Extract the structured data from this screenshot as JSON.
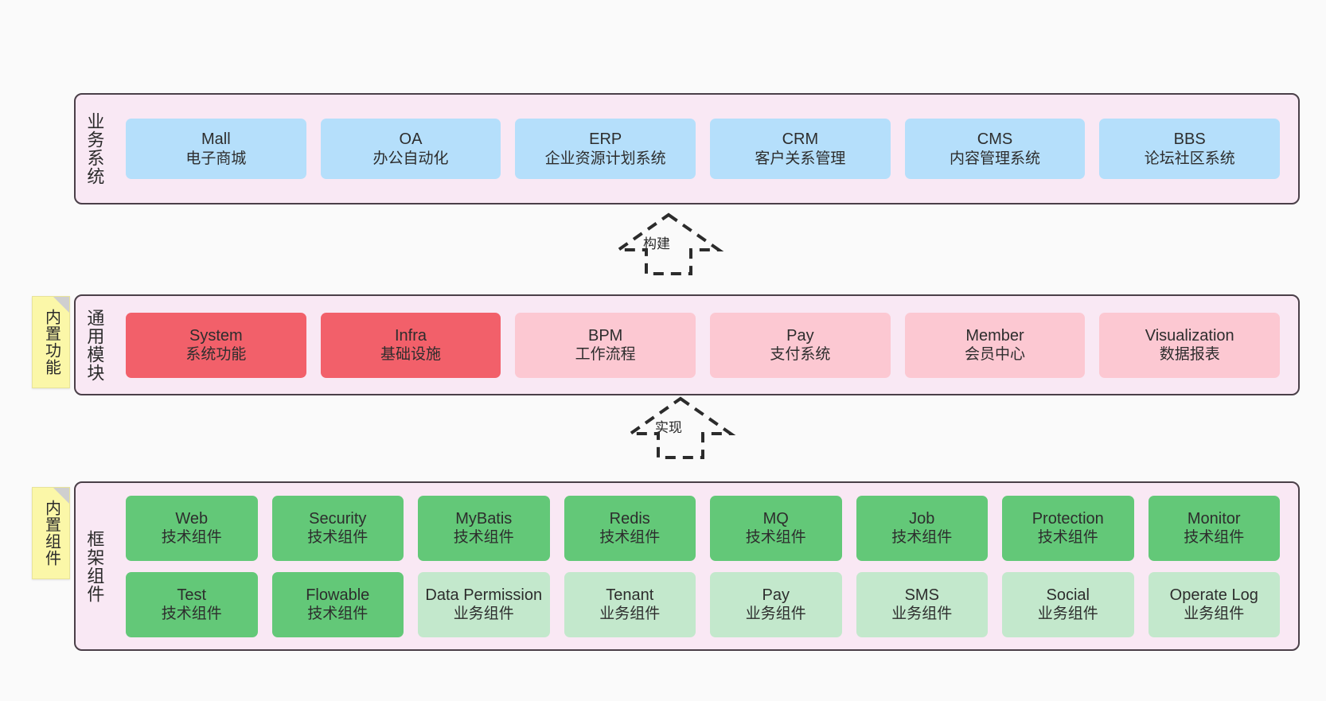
{
  "diagram": {
    "background_color": "#fafafa",
    "layer_fill": "#f9e8f4",
    "layer_border": "#4a3f48"
  },
  "layers": [
    {
      "id": "business-systems",
      "title": "业务系统",
      "note": null,
      "rows": [
        {
          "style": "blue",
          "color": "#b5dffb",
          "cells": [
            {
              "en": "Mall",
              "cn": "电子商城"
            },
            {
              "en": "OA",
              "cn": "办公自动化"
            },
            {
              "en": "ERP",
              "cn": "企业资源计划系统"
            },
            {
              "en": "CRM",
              "cn": "客户关系管理"
            },
            {
              "en": "CMS",
              "cn": "内容管理系统"
            },
            {
              "en": "BBS",
              "cn": "论坛社区系统"
            }
          ]
        }
      ]
    },
    {
      "id": "common-modules",
      "title": "通用模块",
      "note": "内置功能",
      "rows": [
        {
          "style": "mixed",
          "cells": [
            {
              "en": "System",
              "cn": "系统功能",
              "color": "#f2606a",
              "style": "red"
            },
            {
              "en": "Infra",
              "cn": "基础设施",
              "color": "#f2606a",
              "style": "red"
            },
            {
              "en": "BPM",
              "cn": "工作流程",
              "color": "#fcc8d2",
              "style": "pink"
            },
            {
              "en": "Pay",
              "cn": "支付系统",
              "color": "#fcc8d2",
              "style": "pink"
            },
            {
              "en": "Member",
              "cn": "会员中心",
              "color": "#fcc8d2",
              "style": "pink"
            },
            {
              "en": "Visualization",
              "cn": "数据报表",
              "color": "#fcc8d2",
              "style": "pink"
            }
          ]
        }
      ]
    },
    {
      "id": "framework-components",
      "title": "框架组件",
      "note": "内置组件",
      "rows": [
        {
          "style": "green",
          "cells": [
            {
              "en": "Web",
              "cn": "技术组件",
              "color": "#63c878",
              "style": "green"
            },
            {
              "en": "Security",
              "cn": "技术组件",
              "color": "#63c878",
              "style": "green"
            },
            {
              "en": "MyBatis",
              "cn": "技术组件",
              "color": "#63c878",
              "style": "green"
            },
            {
              "en": "Redis",
              "cn": "技术组件",
              "color": "#63c878",
              "style": "green"
            },
            {
              "en": "MQ",
              "cn": "技术组件",
              "color": "#63c878",
              "style": "green"
            },
            {
              "en": "Job",
              "cn": "技术组件",
              "color": "#63c878",
              "style": "green"
            },
            {
              "en": "Protection",
              "cn": "技术组件",
              "color": "#63c878",
              "style": "green"
            },
            {
              "en": "Monitor",
              "cn": "技术组件",
              "color": "#63c878",
              "style": "green"
            }
          ]
        },
        {
          "style": "green-light",
          "cells": [
            {
              "en": "Test",
              "cn": "技术组件",
              "color": "#63c878",
              "style": "green"
            },
            {
              "en": "Flowable",
              "cn": "技术组件",
              "color": "#63c878",
              "style": "green"
            },
            {
              "en": "Data Permission",
              "cn": "业务组件",
              "color": "#c3e8cc",
              "style": "lgreen"
            },
            {
              "en": "Tenant",
              "cn": "业务组件",
              "color": "#c3e8cc",
              "style": "lgreen"
            },
            {
              "en": "Pay",
              "cn": "业务组件",
              "color": "#c3e8cc",
              "style": "lgreen"
            },
            {
              "en": "SMS",
              "cn": "业务组件",
              "color": "#c3e8cc",
              "style": "lgreen"
            },
            {
              "en": "Social",
              "cn": "业务组件",
              "color": "#c3e8cc",
              "style": "lgreen"
            },
            {
              "en": "Operate Log",
              "cn": "业务组件",
              "color": "#c3e8cc",
              "style": "lgreen"
            }
          ]
        }
      ]
    }
  ],
  "connectors": [
    {
      "id": "build",
      "label": "构建",
      "from": "common-modules",
      "to": "business-systems",
      "style": "dashed-hollow-arrow"
    },
    {
      "id": "implement",
      "label": "实现",
      "from": "framework-components",
      "to": "common-modules",
      "style": "dashed-hollow-arrow"
    }
  ]
}
